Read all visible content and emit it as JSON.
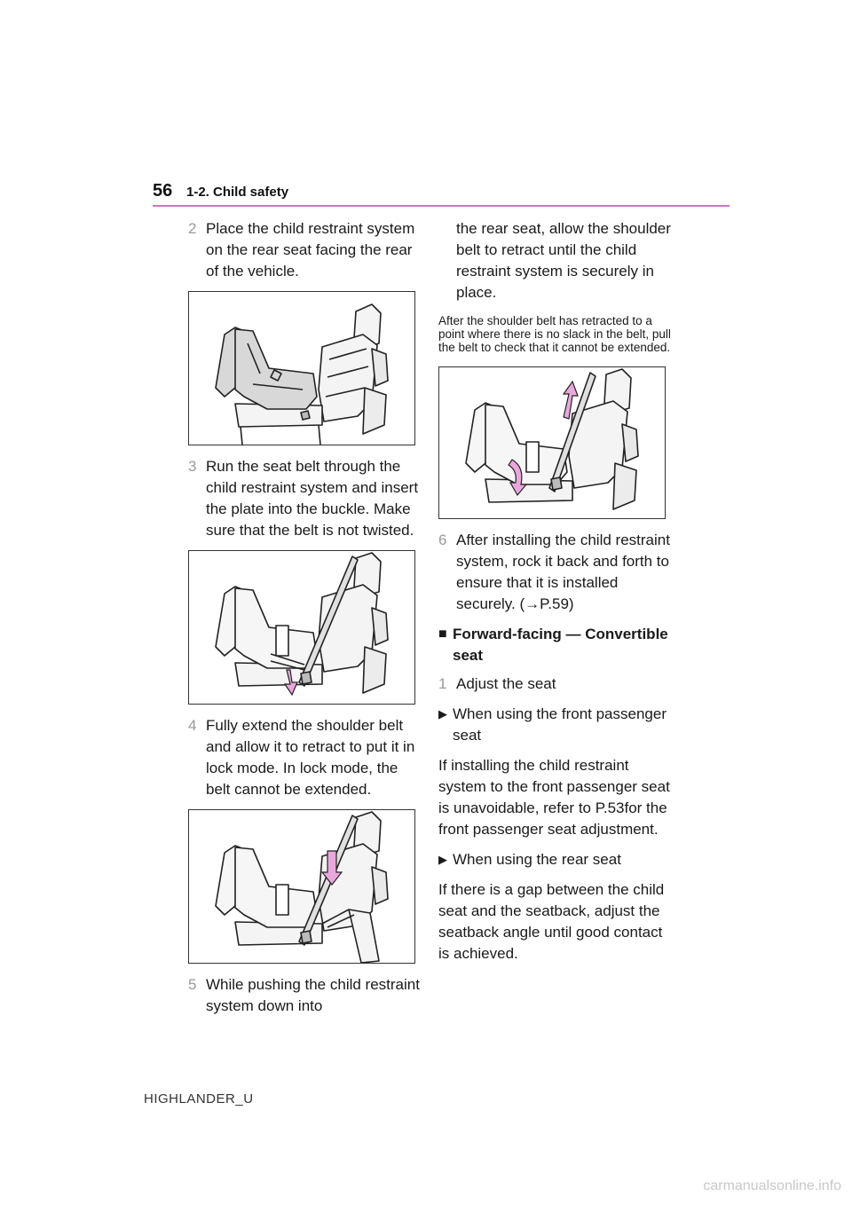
{
  "header": {
    "page_number": "56",
    "section": "1-2. Child safety"
  },
  "left": {
    "step2": {
      "num": "2",
      "text": "Place the child restraint system on the rear seat facing the rear of the vehicle."
    },
    "step3": {
      "num": "3",
      "text": "Run the seat belt through the child restraint system and insert the plate into the buckle. Make sure that the belt is not twisted."
    },
    "step4": {
      "num": "4",
      "text": "Fully extend the shoulder belt and allow it to retract to put it in lock mode. In lock mode, the belt cannot be extended."
    },
    "step5": {
      "num": "5",
      "text": "While pushing the child restraint system down into"
    }
  },
  "right": {
    "step5_cont": "the rear seat, allow the shoulder belt to retract until the child restraint system is securely in place.",
    "note": "After the shoulder belt has retracted to a point where there is no slack in the belt, pull the belt to check that it cannot be extended.",
    "step6": {
      "num": "6",
      "text": "After installing the child restraint system, rock it back and forth to ensure that it is installed securely. (→P.59)"
    },
    "heading": {
      "marker": "■",
      "text": "Forward-facing — Convertible seat"
    },
    "step1": {
      "num": "1",
      "text": "Adjust the seat"
    },
    "bullet1": {
      "marker": "▶",
      "text": "When using the front passenger seat"
    },
    "para1": "If installing the child restraint system to the front passenger seat is unavoidable, refer to P.53for the front passenger seat adjustment.",
    "bullet2": {
      "marker": "▶",
      "text": "When using the rear seat"
    },
    "para2": "If there is a gap between the child seat and the seatback, adjust the seatback angle until good contact is achieved."
  },
  "footer": {
    "model": "HIGHLANDER_U"
  },
  "watermark": "carmanualsonline.info",
  "colors": {
    "accent": "#c678c9",
    "arrow": "#e9a8dc",
    "step_number": "#9a9a9a"
  }
}
